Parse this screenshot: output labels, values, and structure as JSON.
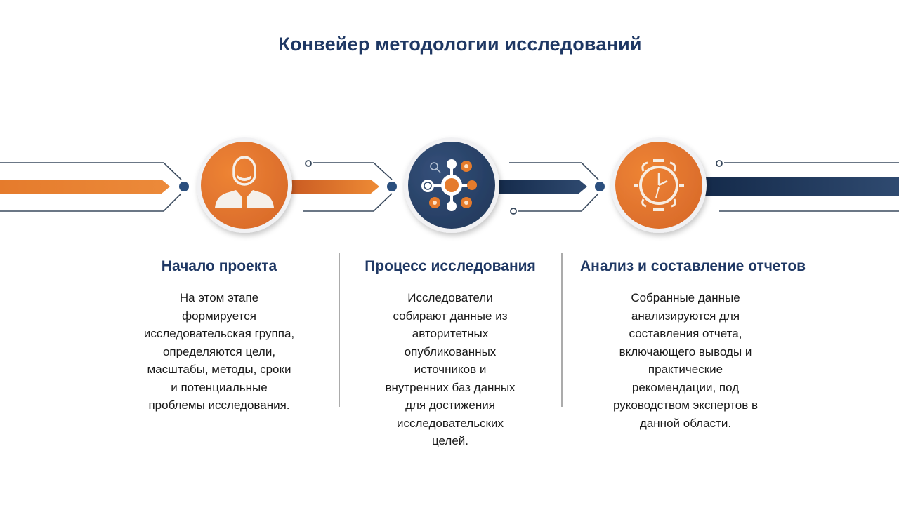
{
  "title": "Конвейер методологии исследований",
  "colors": {
    "navy": "#2b4466",
    "orange": "#e57b2c",
    "title": "#1f3864",
    "divider": "#ababab"
  },
  "pipeline": {
    "nodes": [
      {
        "icon": "person-icon",
        "fill": "orange"
      },
      {
        "icon": "network-hub-icon",
        "fill": "navy"
      },
      {
        "icon": "stopwatch-icon",
        "fill": "orange"
      }
    ]
  },
  "steps": [
    {
      "title": "Начало проекта",
      "lines": [
        "На этом этапе",
        "формируется",
        "исследовательская группа,",
        "определяются цели,",
        "масштабы, методы, сроки",
        "и потенциальные",
        "проблемы исследования."
      ]
    },
    {
      "title": "Процесс исследования",
      "lines": [
        "Исследователи",
        "собирают данные из",
        "авторитетных",
        "опубликованных",
        "источников и",
        "внутренних баз данных",
        "для достижения",
        "исследовательских",
        "целей."
      ]
    },
    {
      "title": "Анализ и составление отчетов",
      "lines": [
        "Собранные данные",
        "анализируются для",
        "составления отчета,",
        "включающего выводы и",
        "практические",
        "рекомендации, под",
        "руководством экспертов в",
        "данной области."
      ]
    }
  ]
}
